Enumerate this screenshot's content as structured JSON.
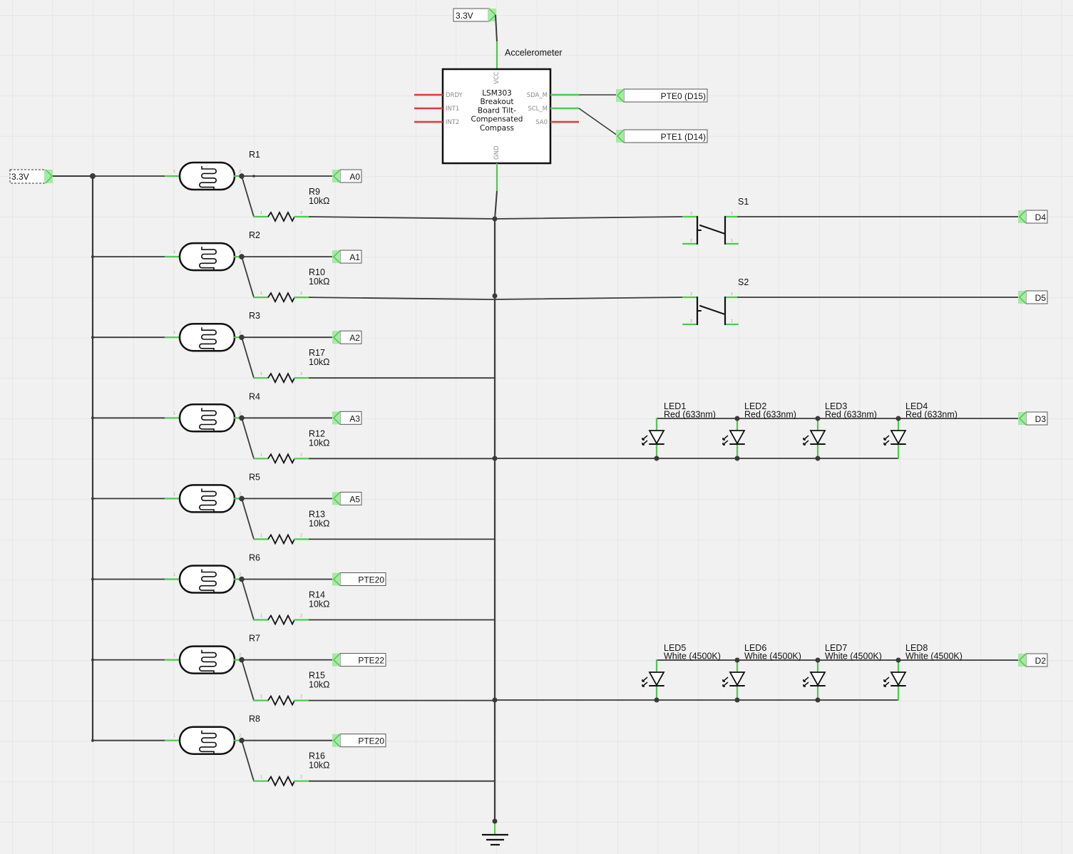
{
  "colors": {
    "background": "#f1f1f1",
    "grid": "#e0e0e0",
    "wire": "#3a3a3a",
    "connected_pin": "#4fc94f",
    "unconnected_pin": "#e03a3a",
    "port_fill": "#ffffff",
    "port_arrow": "#a8e8a8"
  },
  "power": {
    "top_supply": "3.3V",
    "left_supply": "3.3V"
  },
  "accelerometer": {
    "label": "Accelerometer",
    "title_lines": [
      "LSM303",
      "Breakout",
      "Board Tilt-",
      "Compensated",
      "Compass"
    ],
    "pins": {
      "top": "VCC",
      "bottom": "GND",
      "left": [
        "DRDY",
        "INT1",
        "INT2"
      ],
      "right": [
        "SDA_M",
        "SCL_M",
        "SA0"
      ]
    },
    "ports": [
      "PTE0 (D15)",
      "PTE1 (D14)"
    ]
  },
  "photoresistor_rows": [
    {
      "ldr": "R1",
      "resistor": "R9",
      "value": "10kΩ",
      "port": "A0"
    },
    {
      "ldr": "R2",
      "resistor": "R10",
      "value": "10kΩ",
      "port": "A1"
    },
    {
      "ldr": "R3",
      "resistor": "R17",
      "value": "10kΩ",
      "port": "A2"
    },
    {
      "ldr": "R4",
      "resistor": "R12",
      "value": "10kΩ",
      "port": "A3"
    },
    {
      "ldr": "R5",
      "resistor": "R13",
      "value": "10kΩ",
      "port": "A5"
    },
    {
      "ldr": "R6",
      "resistor": "R14",
      "value": "10kΩ",
      "port": "PTE20"
    },
    {
      "ldr": "R7",
      "resistor": "R15",
      "value": "10kΩ",
      "port": "PTE22"
    },
    {
      "ldr": "R8",
      "resistor": "R16",
      "value": "10kΩ",
      "port": "PTE20"
    }
  ],
  "switches": [
    {
      "name": "S1",
      "port": "D4"
    },
    {
      "name": "S2",
      "port": "D5"
    }
  ],
  "led_groups": [
    {
      "port": "D3",
      "leds": [
        {
          "name": "LED1",
          "spec": "Red (633nm)"
        },
        {
          "name": "LED2",
          "spec": "Red (633nm)"
        },
        {
          "name": "LED3",
          "spec": "Red (633nm)"
        },
        {
          "name": "LED4",
          "spec": "Red (633nm)"
        }
      ]
    },
    {
      "port": "D2",
      "leds": [
        {
          "name": "LED5",
          "spec": "White (4500K)"
        },
        {
          "name": "LED6",
          "spec": "White (4500K)"
        },
        {
          "name": "LED7",
          "spec": "White (4500K)"
        },
        {
          "name": "LED8",
          "spec": "White (4500K)"
        }
      ]
    }
  ],
  "pin_numbers": {
    "one": "1",
    "two": "2"
  }
}
